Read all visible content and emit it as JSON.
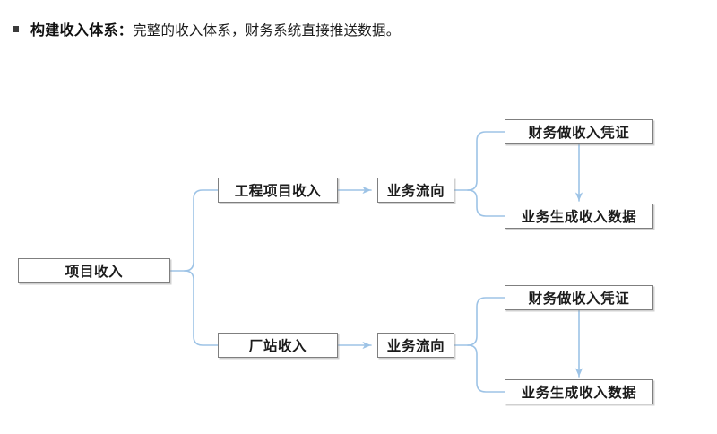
{
  "heading": {
    "bullet_icon": "square-bullet-icon",
    "strong_text": "构建收入体系：",
    "rest_text": "完整的收入体系，财务系统直接推送数据。"
  },
  "diagram": {
    "connector_color": "#9dc3e6",
    "node_border_color": "#7f7f7f",
    "nodes": {
      "root": "项目收入",
      "branch_a": {
        "source": "工程项目收入",
        "flow": "业务流向",
        "outcome_top": "财务做收入凭证",
        "outcome_bottom": "业务生成收入数据"
      },
      "branch_b": {
        "source": "厂站收入",
        "flow": "业务流向",
        "outcome_top": "财务做收入凭证",
        "outcome_bottom": "业务生成收入数据"
      }
    }
  }
}
